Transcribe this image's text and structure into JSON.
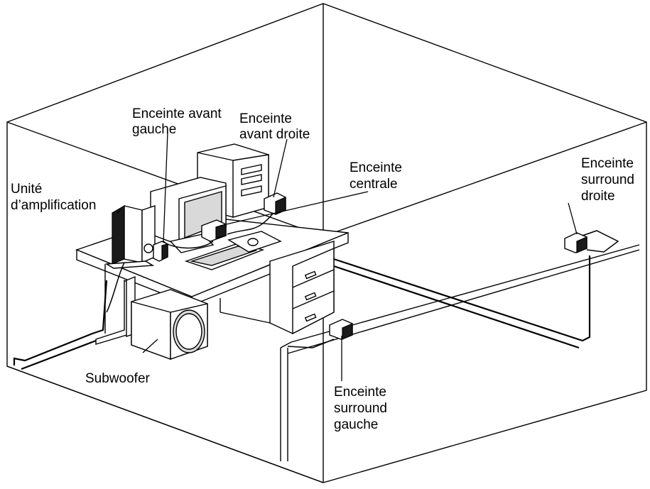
{
  "labels": {
    "front_left": [
      "Enceinte avant",
      "gauche"
    ],
    "front_right": [
      "Enceinte",
      "avant droite"
    ],
    "center": [
      "Enceinte",
      "centrale"
    ],
    "amplifier": [
      "Unité",
      "d’amplification"
    ],
    "surround_right": [
      "Enceinte",
      "surround",
      "droite"
    ],
    "subwoofer": [
      "Subwoofer"
    ],
    "surround_left": [
      "Enceinte",
      "surround",
      "gauche"
    ]
  }
}
